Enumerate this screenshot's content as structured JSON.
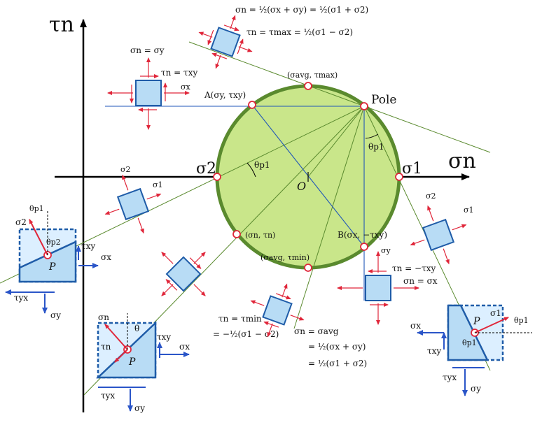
{
  "axes": {
    "tau_n": "τn",
    "sigma_n": "σn"
  },
  "points": {
    "sigma2": "σ2",
    "sigma1": "σ1",
    "origin": "O",
    "pole": "Pole",
    "A": "A(σy, τxy)",
    "B": "B(σx, −τxy)",
    "top": "(σavg, τmax)",
    "bottom": "(σavg, τmin)",
    "nt": "(σn, τn)"
  },
  "angles": {
    "theta_p1": "θp1",
    "theta_p2": "θp2",
    "theta": "θ"
  },
  "eq_top": {
    "l1": "σn = ½(σx + σy) = ½(σ1 + σ2)",
    "l2": "τn = τmax = ½(σ1 − σ2)"
  },
  "eq_left": {
    "l1": "σn = σy",
    "l2": "τn = τxy"
  },
  "eq_right": {
    "l1": "τn = −τxy",
    "l2": "σn = σx"
  },
  "eq_bottom": {
    "l1": "τn = τmin",
    "l2": "= −½(σ1 − σ2)",
    "l3": "σn = σavg",
    "l4": "= ½(σx + σy)",
    "l5": "= ½(σ1 + σ2)"
  },
  "stress": {
    "sx": "σx",
    "sy": "σy",
    "txy": "τxy",
    "tyx": "τyx",
    "s1": "σ1",
    "s2": "σ2",
    "sn": "σn",
    "tn": "τn",
    "P": "P"
  },
  "colors": {
    "circle_fill": "#c9e68a",
    "circle_stroke": "#5a8a2e",
    "element_fill": "#b8dcf5",
    "element_stroke": "#1f5ca8",
    "arrow_red": "#e0263a",
    "arrow_blue": "#2a55c8"
  }
}
